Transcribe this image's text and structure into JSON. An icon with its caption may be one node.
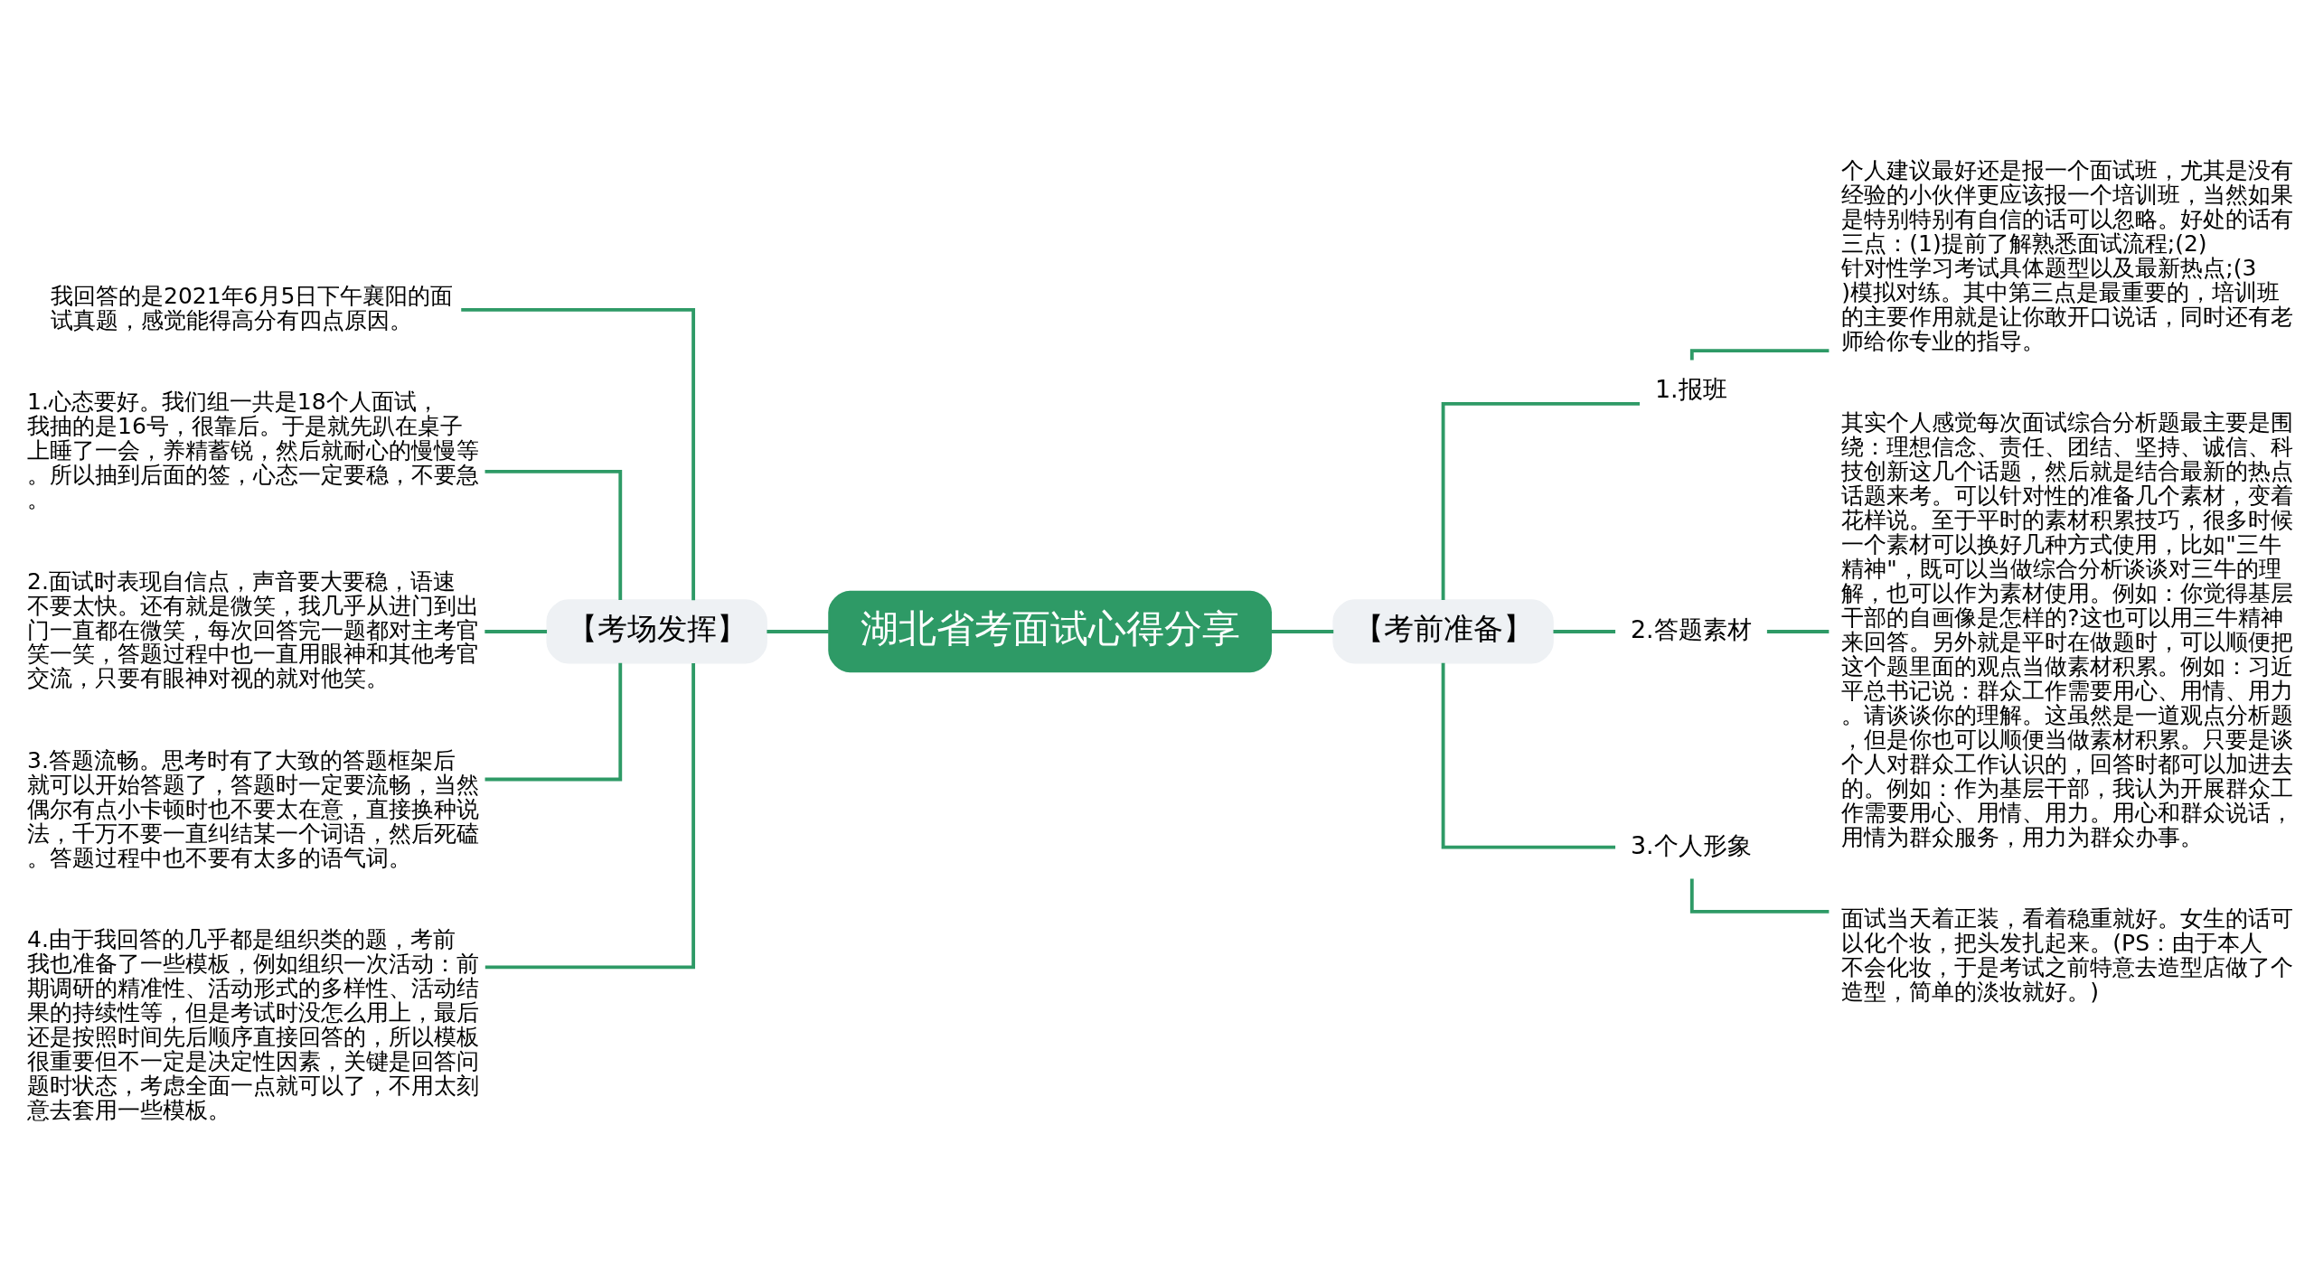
{
  "diagram": {
    "nodes": [
      {
        "text": [
          "湖北省考面试心得分享"
        ]
      },
      {
        "text": [
          "【考场发挥】"
        ]
      },
      {
        "text": [
          "我回答的是2021年6月5日下午襄阳的面试真题，感觉能得高分有四点原因。"
        ]
      },
      {
        "text": [
          "1.心态要好。我们组一共是18个人面试，我抽的是16号，很靠后。于是就先趴在桌子上睡了一会，养精蓄锐，然后就耐心的慢慢等。所以抽到后面的签，心态一定要稳，不要急。"
        ]
      },
      {
        "text": [
          "2.面试时表现自信点，声音要大要稳，语速不要太快。还有就是微笑，我几乎从进门到出门一直都在微笑，每次回答完一题都对主考官笑一笑，答题过程中也一直用眼神和其他考官交流，只要有眼神对视的就对他笑。"
        ]
      },
      {
        "text": [
          "3.答题流畅。思考时有了大致的答题框架后就可以开始答题了，答题时一定要流畅，当然偶尔有点小卡顿时也不要太在意，直接换种说法，千万不要一直纠结某一个词语，然后死磕。答题过程中也不要有太多的语气词。"
        ]
      },
      {
        "text": [
          "4.由于我回答的几乎都是组织类的题，考前我也准备了一些模板，例如组织一次活动：前期调研的精准性、活动形式的多样性、活动结果的持续性等，但是考试时没怎么用上，最后还是按照时间先后顺序直接回答的，所以模板很重要但不一定是决定性因素，关键是回答问题时状态，考虑全面一点就可以了，不用太刻意去套用一些模板。"
        ]
      },
      {
        "text": [
          "【考前准备】"
        ]
      },
      {
        "text": [
          "1.报班"
        ]
      },
      {
        "text": [
          "个人建议最好还是报一个面试班，尤其是没有经验的小伙伴更应该报一个培训班，当然如果是特别特别有自信的话可以忽略。好处的话有三点：(1)提前了解熟悉面试流程;(2)针对性学习考试具体题型以及最新热点;(3)模拟对练。其中第三点是最重要的，培训班的主要作用就是让你敢开口说话，同时还有老师给你专业的指导。"
        ]
      },
      {
        "text": [
          "2.答题素材"
        ]
      },
      {
        "text": [
          "其实个人感觉每次面试综合分析题最主要是围绕：理想信念、责任、团结、坚持、诚信、科技创新这几个话题，然后就是结合最新的热点话题来考。可以针对性的准备几个素材，变着花样说。至于平时的素材积累技巧，很多时候一个素材可以换好几种方式使用，比如\"三牛精神\"，既可以当做综合分析谈谈对三牛的理解，也可以作为素材使用。例如：你觉得基层干部的自画像是怎样的?这也可以用三牛精神来回答。另外就是平时在做题时，可以顺便把这个题里面的观点当做素材积累。例如：习近平总书记说：群众工作需要用心、用情、用力。请谈谈你的理解。这虽然是一道观点分析题，但是你也可以顺便当做素材积累。只要是谈个人对群众工作认识的，回答时都可以加进去的。例如：作为基层干部，我认为开展群众工作需要用心、用情、用力。用心和群众说话，用情为群众服务，用力为群众办事。"
        ]
      },
      {
        "text": [
          "3.个人形象"
        ]
      },
      {
        "text": [
          "面试当天着正装，看着稳重就好。女生的话可以化个妆，把头发扎起来。(PS：由于本人不会化妆，于是考试之前特意去造型店做了个造型，简单的淡妆就好。)"
        ]
      }
    ],
    "edges": [
      {
        "from": 1,
        "to": 0,
        "arrow": "none"
      },
      {
        "from": 2,
        "to": 1,
        "arrow": "none"
      },
      {
        "from": 3,
        "to": 1,
        "arrow": "none"
      },
      {
        "from": 4,
        "to": 1,
        "arrow": "none"
      },
      {
        "from": 5,
        "to": 1,
        "arrow": "none"
      },
      {
        "from": 6,
        "to": 1,
        "arrow": "none"
      },
      {
        "from": 0,
        "to": 7,
        "arrow": "none"
      },
      {
        "from": 7,
        "to": 8,
        "arrow": "none"
      },
      {
        "from": 8,
        "to": 9,
        "arrow": "none"
      },
      {
        "from": 7,
        "to": 10,
        "arrow": "none"
      },
      {
        "from": 10,
        "to": 11,
        "arrow": "none"
      },
      {
        "from": 7,
        "to": 12,
        "arrow": "none"
      },
      {
        "from": 12,
        "to": 13,
        "arrow": "none"
      }
    ]
  }
}
